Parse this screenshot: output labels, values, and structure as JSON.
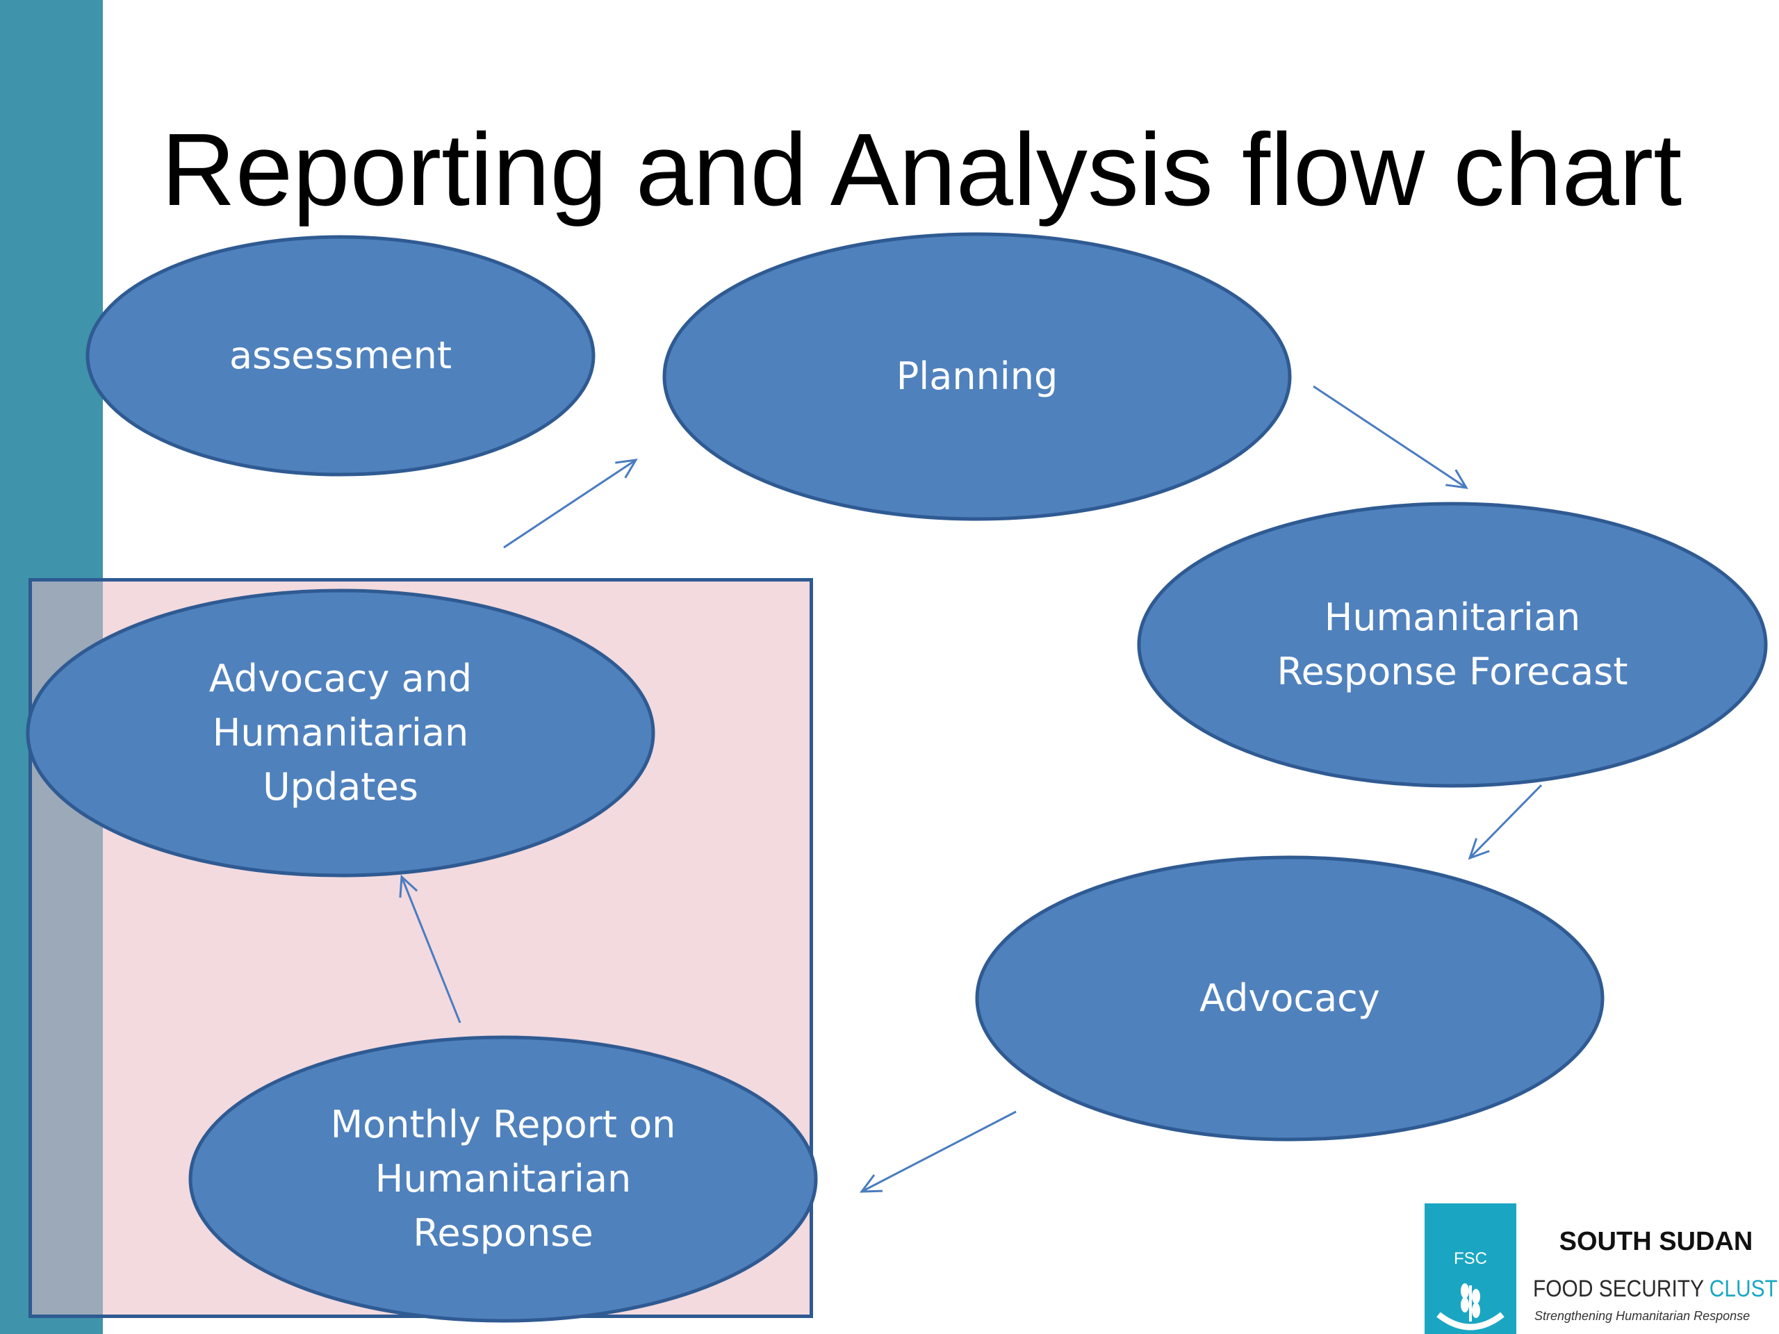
{
  "slide": {
    "title": "Reporting and Analysis flow chart"
  },
  "diagram": {
    "nodes": [
      {
        "id": "assessment",
        "label": "assessment"
      },
      {
        "id": "planning",
        "label": "Planning"
      },
      {
        "id": "hrf",
        "label": "Humanitarian\nResponse Forecast"
      },
      {
        "id": "advocacy",
        "label": "Advocacy"
      },
      {
        "id": "monthly",
        "label": "Monthly Report on\nHumanitarian\nResponse"
      },
      {
        "id": "updates",
        "label": "Advocacy and\nHumanitarian\nUpdates"
      }
    ],
    "edges": [
      {
        "from": "updates",
        "to": "planning"
      },
      {
        "from": "planning",
        "to": "hrf"
      },
      {
        "from": "hrf",
        "to": "advocacy"
      },
      {
        "from": "advocacy",
        "to": "monthly"
      },
      {
        "from": "monthly",
        "to": "updates"
      }
    ]
  },
  "logo": {
    "abbr": "FSC",
    "country": "SOUTH SUDAN",
    "name_main": "FOOD SECURITY ",
    "name_accent": "CLUSTER",
    "tagline": "Strengthening Humanitarian Response"
  },
  "colors": {
    "node_fill": "#4f81bd",
    "node_stroke": "#2f5a92",
    "arrow": "#4a7cc0",
    "side_bar": "#3f93aa",
    "highlight": "#f2dcdb"
  }
}
